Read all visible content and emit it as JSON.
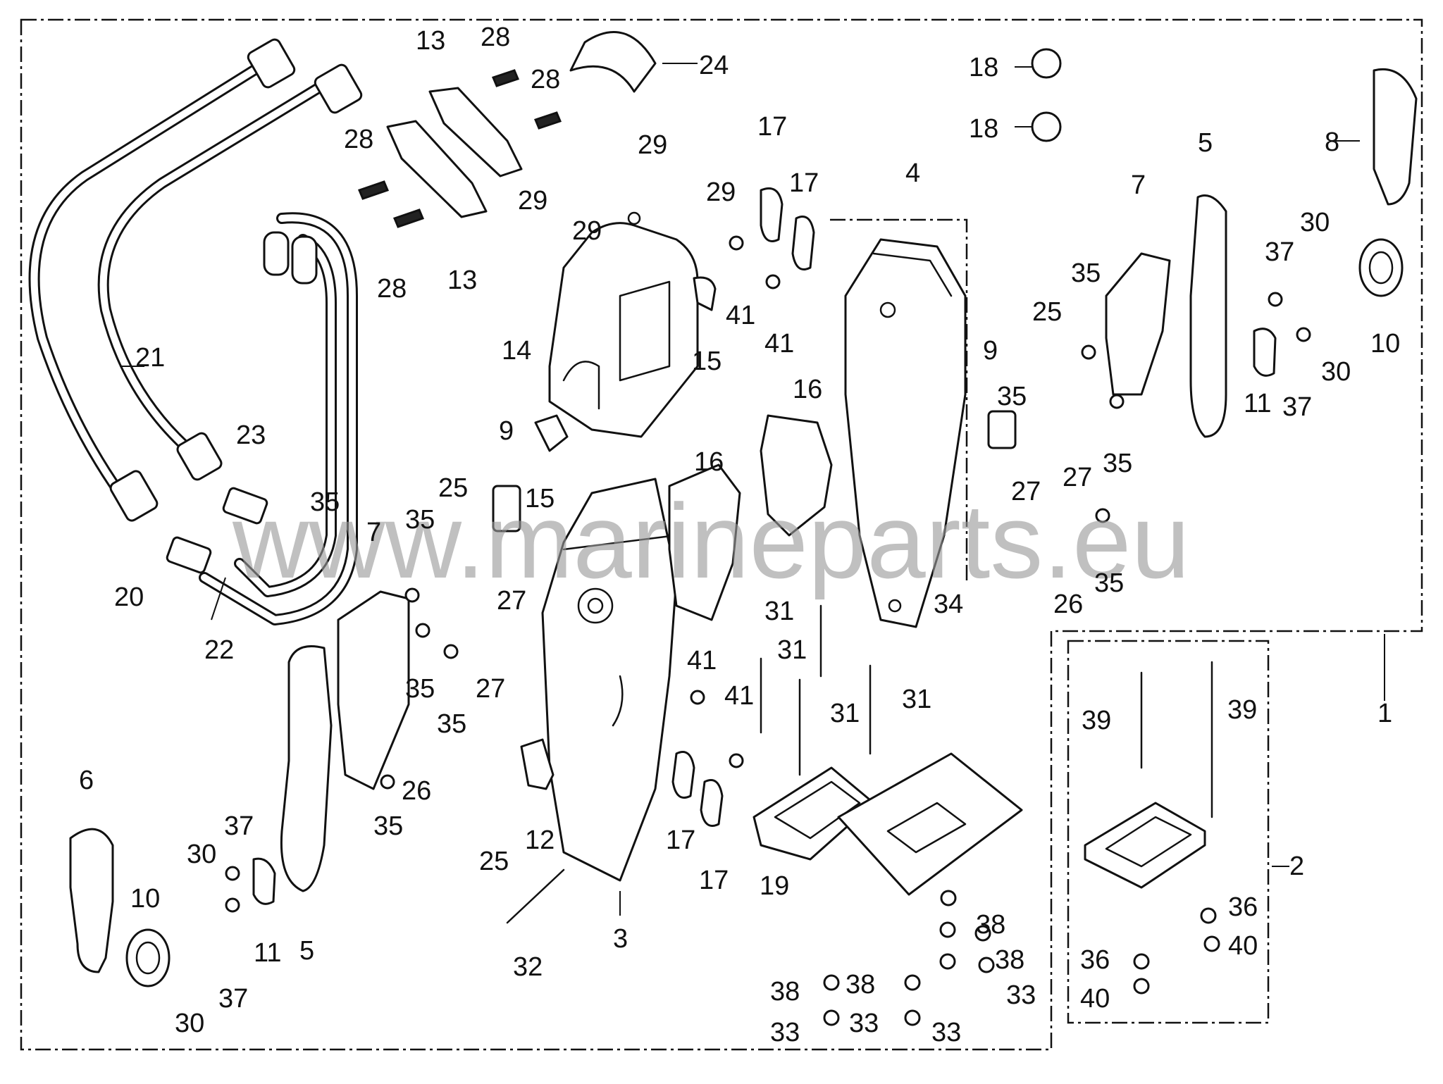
{
  "watermark": "www.marineparts.eu",
  "labels": {
    "n1": "1",
    "n2": "2",
    "n3": "3",
    "n4": "4",
    "n5a": "5",
    "n5b": "5",
    "n6": "6",
    "n7a": "7",
    "n7b": "7",
    "n8": "8",
    "n9a": "9",
    "n9b": "9",
    "n10a": "10",
    "n10b": "10",
    "n11a": "11",
    "n11b": "11",
    "n12": "12",
    "n13a": "13",
    "n13b": "13",
    "n14": "14",
    "n15a": "15",
    "n15b": "15",
    "n16a": "16",
    "n16b": "16",
    "n17a": "17",
    "n17b": "17",
    "n17c": "17",
    "n17d": "17",
    "n18a": "18",
    "n18b": "18",
    "n19": "19",
    "n20": "20",
    "n21": "21",
    "n22": "22",
    "n23": "23",
    "n24": "24",
    "n25a": "25",
    "n25b": "25",
    "n25c": "25",
    "n26a": "26",
    "n26b": "26",
    "n27a": "27",
    "n27b": "27",
    "n27c": "27",
    "n27d": "27",
    "n28a": "28",
    "n28b": "28",
    "n28c": "28",
    "n28d": "28",
    "n29a": "29",
    "n29b": "29",
    "n29c": "29",
    "n29d": "29",
    "n30a": "30",
    "n30b": "30",
    "n30c": "30",
    "n30d": "30",
    "n31a": "31",
    "n31b": "31",
    "n31c": "31",
    "n31d": "31",
    "n32": "32",
    "n33a": "33",
    "n33b": "33",
    "n33c": "33",
    "n33d": "33",
    "n34": "34",
    "n35a": "35",
    "n35b": "35",
    "n35c": "35",
    "n35d": "35",
    "n35e": "35",
    "n35f": "35",
    "n35g": "35",
    "n35h": "35",
    "n35i": "35",
    "n36a": "36",
    "n36b": "36",
    "n37a": "37",
    "n37b": "37",
    "n37c": "37",
    "n37d": "37",
    "n38a": "38",
    "n38b": "38",
    "n38c": "38",
    "n38d": "38",
    "n39a": "39",
    "n39b": "39",
    "n40a": "40",
    "n40b": "40",
    "n41a": "41",
    "n41b": "41",
    "n41c": "41",
    "n41d": "41"
  }
}
